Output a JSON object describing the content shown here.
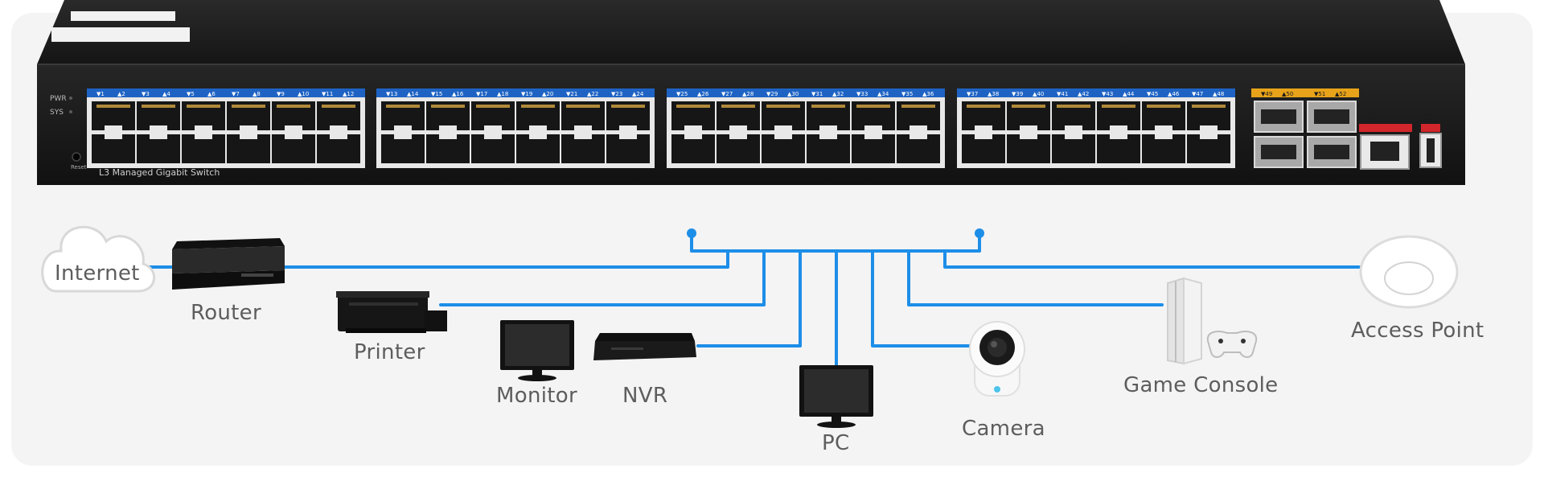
{
  "switch": {
    "model_text": "L3 Managed Gigabit Switch",
    "led_pwr": "PWR",
    "led_sys": "SYS",
    "reset_label": "Reset",
    "port_numbers": [
      "1",
      "2",
      "3",
      "4",
      "5",
      "6",
      "7",
      "8",
      "9",
      "10",
      "11",
      "12",
      "13",
      "14",
      "15",
      "16",
      "17",
      "18",
      "19",
      "20",
      "21",
      "22",
      "23",
      "24",
      "25",
      "26",
      "27",
      "28",
      "29",
      "30",
      "31",
      "32",
      "33",
      "34",
      "35",
      "36",
      "37",
      "38",
      "39",
      "40",
      "41",
      "42",
      "43",
      "44",
      "45",
      "46",
      "47",
      "48"
    ],
    "sfp_numbers": [
      "49",
      "50",
      "51",
      "52"
    ],
    "colors": {
      "body": "#1b1b1b",
      "label_strip": "#1e63c4",
      "sfp_strip": "#e8a31a",
      "console": "#d1262b"
    }
  },
  "devices": {
    "internet": "Internet",
    "router": "Router",
    "printer": "Printer",
    "monitor": "Monitor",
    "nvr": "NVR",
    "pc": "PC",
    "camera": "Camera",
    "game_console": "Game Console",
    "access_point": "Access Point"
  },
  "colors": {
    "wire": "#1d8ee8",
    "label_text": "#5d5d5d",
    "panel": "#f4f4f5"
  }
}
